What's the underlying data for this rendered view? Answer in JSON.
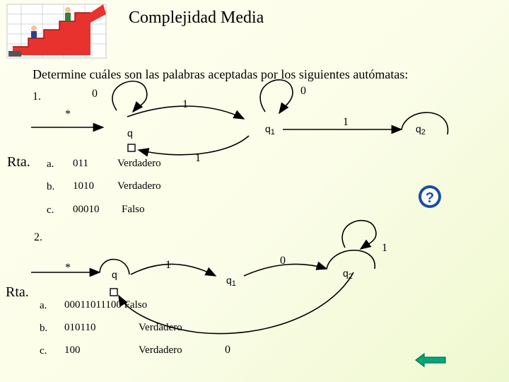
{
  "title": "Complejidad Media",
  "prompt": "Determine cuáles son las palabras aceptadas por los  siguientes autómatas:",
  "ex1": {
    "number": "1.",
    "start_mark": "*",
    "q": "q",
    "q1": "q",
    "q1_sub": "1",
    "q2": "q",
    "q2_sub": "2",
    "loop_q": "0",
    "loop_q1": "0",
    "edge_q_q1": "1",
    "edge_q1_q2": "1",
    "edge_q_back": "1",
    "rta": "Rta.",
    "answers": [
      {
        "letter": "a.",
        "word": "011",
        "result": "Verdadero"
      },
      {
        "letter": "b.",
        "word": "1010",
        "result": "Verdadero"
      },
      {
        "letter": "c.",
        "word": "00010",
        "result": "Falso"
      }
    ]
  },
  "ex2": {
    "number": "2.",
    "start_mark": "*",
    "q": "q",
    "q1": "q",
    "q1_sub": "1",
    "q2": "q",
    "q2_sub": "2",
    "edge_q_q1": "1",
    "edge_q1_q2": "0",
    "loop_q2": "1",
    "edge_q2_q": "0",
    "rta": "Rta.",
    "answers": [
      {
        "letter": "a.",
        "word": "00011011100 Falso",
        "result": ""
      },
      {
        "letter": "b.",
        "word": "010110",
        "result": "Verdadero"
      },
      {
        "letter": "c.",
        "word": "100",
        "result": "Verdadero"
      }
    ]
  },
  "icons": {
    "help": "help-question-icon",
    "back": "back-arrow-icon",
    "logo": "growth-stairs-logo"
  },
  "colors": {
    "arrow_green": "#00a878",
    "help_blue": "#1a4fa0",
    "stairs_red": "#e8322e"
  }
}
